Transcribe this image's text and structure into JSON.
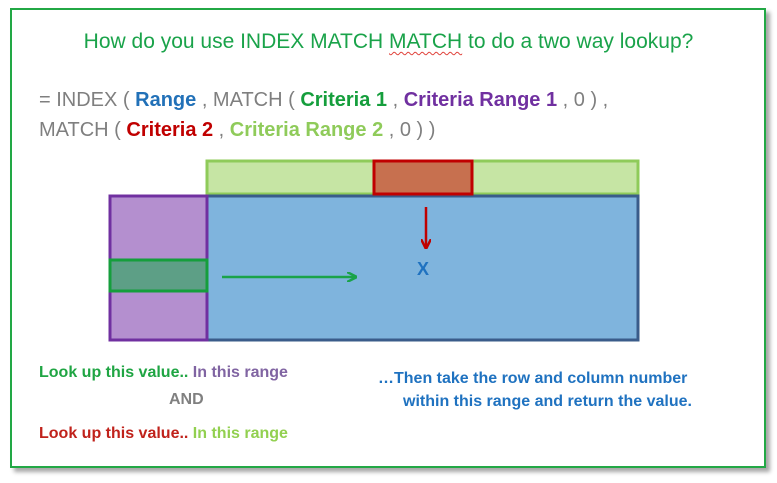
{
  "title": {
    "part1": "How do you use INDEX MATCH ",
    "part2": "MATCH",
    "part3": " to do a two way lookup?"
  },
  "formula": {
    "line1": {
      "t1": "= INDEX ( ",
      "range": "Range",
      "t2": " , MATCH ( ",
      "criteria1": "Criteria 1",
      "t3": " , ",
      "criteria_range1": "Criteria Range 1",
      "t4": " , 0 ) ,"
    },
    "line2": {
      "t1": "MATCH ( ",
      "criteria2": "Criteria 2",
      "t2": " , ",
      "criteria_range2": "Criteria Range 2",
      "t3": " , 0 ) )"
    }
  },
  "diagram": {
    "result_marker": "X"
  },
  "captions": {
    "row1_lookup": "Look up this value..",
    "row1_range": " In this range",
    "and": "AND",
    "row2_lookup": "Look up this value..",
    "row2_range": " In this range",
    "result_line1": "…Then take the row and column number",
    "result_line2": "within this range and return the value."
  },
  "colors": {
    "frame_border": "#22a845",
    "main_range_fill": "#7fb4dd",
    "main_range_border": "#3a5c8a",
    "criteria_range1_fill": "#b48fcf",
    "criteria_range1_border": "#7030a0",
    "criteria_range2_fill": "#c6e5a4",
    "criteria_range2_border": "#8fcb5a",
    "criteria1_fill": "#5d9f86",
    "criteria1_border": "#159e3c",
    "criteria2_fill": "#c7704f",
    "criteria2_border": "#c00000"
  }
}
